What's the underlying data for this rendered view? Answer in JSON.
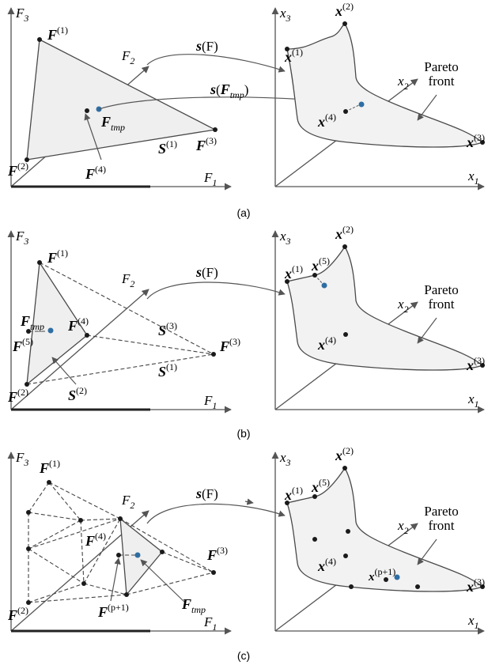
{
  "colors": {
    "fill": "#efefef",
    "dot": "#1a1a1a",
    "tmp_dot": "#2f6ea3",
    "line": "#4a4a4a"
  },
  "axes_left": {
    "f1": "F",
    "f1_sub": "1",
    "f2": "F",
    "f2_sub": "2",
    "f3": "F",
    "f3_sub": "3"
  },
  "axes_right": {
    "x1": "x",
    "x1_sub": "1",
    "x2": "x",
    "x2_sub": "2",
    "x3": "x",
    "x3_sub": "3"
  },
  "map_label": {
    "s": "s",
    "arg": "(F)"
  },
  "tmp_map_label": {
    "s": "s",
    "open": "(",
    "F": "F",
    "sub": "tmp",
    "close": ")"
  },
  "pareto": [
    "Pareto",
    "front"
  ],
  "panels": {
    "a": {
      "caption": "(a)",
      "F_labels": {
        "f1": "(1)",
        "f2": "(2)",
        "f3": "(3)",
        "f4": "(4)"
      },
      "S_labels": {
        "s1": "(1)"
      },
      "x_labels": {
        "x1": "(1)",
        "x2": "(2)",
        "x3": "(3)",
        "x4": "(4)"
      },
      "Ftmp": "tmp"
    },
    "b": {
      "caption": "(b)",
      "F_labels": {
        "f1": "(1)",
        "f2": "(2)",
        "f3": "(3)",
        "f4": "(4)",
        "f5": "(5)"
      },
      "S_labels": {
        "s1": "(1)",
        "s2": "(2)",
        "s3": "(3)"
      },
      "x_labels": {
        "x1": "(1)",
        "x2": "(2)",
        "x3": "(3)",
        "x4": "(4)",
        "x5": "(5)"
      },
      "Ftmp": "tmp"
    },
    "c": {
      "caption": "(c)",
      "F_labels": {
        "f1": "(1)",
        "f2": "(2)",
        "f3": "(3)",
        "f4": "(4)",
        "fp": "(p+1)"
      },
      "x_labels": {
        "x1": "(1)",
        "x2": "(2)",
        "x3": "(3)",
        "x4": "(4)",
        "x5": "(5)",
        "xp": "(p+1)"
      },
      "Ftmp": "tmp"
    }
  }
}
